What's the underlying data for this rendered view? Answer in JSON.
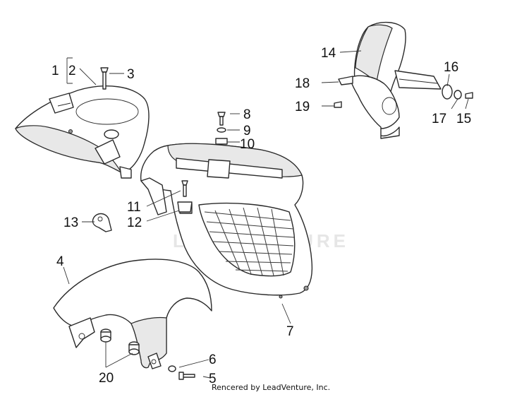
{
  "watermark": "LEADVENTURE",
  "credit": "Rencered by LeadVenture, Inc.",
  "callouts": {
    "c1": "1",
    "c2": "2",
    "c3": "3",
    "c4": "4",
    "c5": "5",
    "c6": "6",
    "c7": "7",
    "c8": "8",
    "c9": "9",
    "c10": "10",
    "c11": "11",
    "c12": "12",
    "c13": "13",
    "c14": "14",
    "c15": "15",
    "c16": "16",
    "c17": "17",
    "c18": "18",
    "c19": "19",
    "c20": "20"
  },
  "parts": [
    {
      "id": "upper-shield",
      "callouts": [
        "1",
        "2"
      ]
    },
    {
      "id": "screw",
      "callouts": [
        "3"
      ]
    },
    {
      "id": "front-mudguard",
      "callouts": [
        "4"
      ]
    },
    {
      "id": "mudguard-screw",
      "callouts": [
        "5"
      ]
    },
    {
      "id": "washer",
      "callouts": [
        "6"
      ]
    },
    {
      "id": "front-shield-grille",
      "callouts": [
        "7"
      ]
    },
    {
      "id": "shield-screw",
      "callouts": [
        "8"
      ]
    },
    {
      "id": "shield-washer",
      "callouts": [
        "9"
      ]
    },
    {
      "id": "shield-clip",
      "callouts": [
        "10"
      ]
    },
    {
      "id": "spring-nut",
      "callouts": [
        "11",
        "12"
      ]
    },
    {
      "id": "bracket-clip",
      "callouts": [
        "13"
      ]
    },
    {
      "id": "rear-fender-hugger",
      "callouts": [
        "14"
      ]
    },
    {
      "id": "hugger-screw",
      "callouts": [
        "15"
      ]
    },
    {
      "id": "spacer",
      "callouts": [
        "16"
      ]
    },
    {
      "id": "hugger-washer",
      "callouts": [
        "17"
      ]
    },
    {
      "id": "hugger-clip",
      "callouts": [
        "18"
      ]
    },
    {
      "id": "hugger-small-screw",
      "callouts": [
        "19"
      ]
    },
    {
      "id": "rubber-bushing",
      "callouts": [
        "20"
      ]
    }
  ]
}
